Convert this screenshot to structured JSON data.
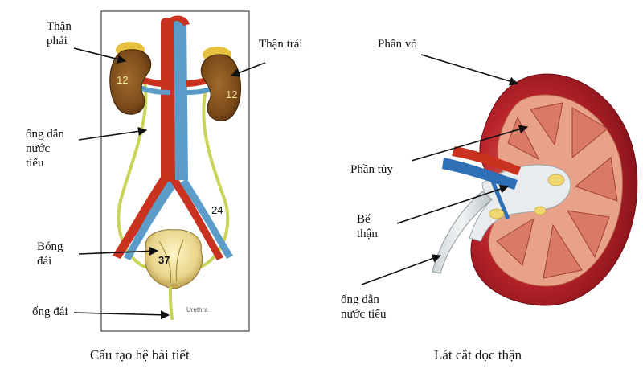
{
  "left": {
    "caption": "Cấu tạo hệ bài tiết",
    "labels": {
      "right_kidney_line1": "Thận",
      "right_kidney_line2": "phải",
      "left_kidney": "Thận trái",
      "ureter_line1": "ống dẫn",
      "ureter_line2": "nước",
      "ureter_line3": "tiểu",
      "bladder_line1": "Bóng",
      "bladder_line2": "đái",
      "urethra": "ống đái"
    },
    "numbers": {
      "kidney_right": "12",
      "kidney_left": "12",
      "ureter": "24",
      "bladder": "37"
    },
    "urethra_tag": "Urethra"
  },
  "right": {
    "caption": "Lát cắt dọc thận",
    "labels": {
      "cortex": "Phần vỏ",
      "medulla": "Phần tủy",
      "pelvis_line1": "Bể",
      "pelvis_line2": "thận",
      "ureter_line1": "ống dẫn",
      "ureter_line2": "nước tiểu"
    }
  },
  "colors": {
    "kidney_brown": "#7a4a1a",
    "artery_red": "#c8321e",
    "vein_blue": "#5b9cc8",
    "ureter_yellow": "#c9d45a",
    "cortex_red": "#b8232a",
    "medulla_pink": "#e9a28a"
  }
}
